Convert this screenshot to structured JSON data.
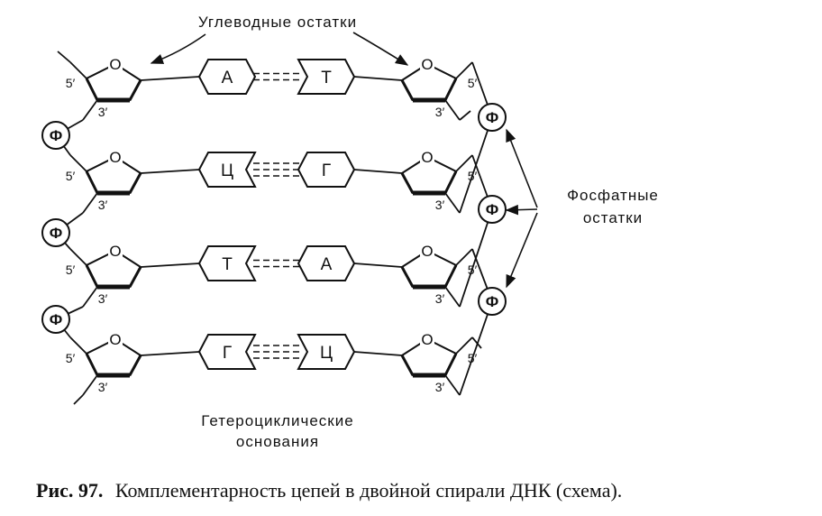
{
  "labels": {
    "sugar_residues": "Углеводные остатки",
    "phosphate_line1": "Фосфатные",
    "phosphate_line2": "остатки",
    "bases_line1": "Гетероциклические",
    "bases_line2": "основания"
  },
  "primes": {
    "five": "5′",
    "three": "3′"
  },
  "oxygen": "O",
  "phosphate_symbol": "Ф",
  "pairs": [
    {
      "left": "А",
      "right": "Т",
      "bonds": 2
    },
    {
      "left": "Ц",
      "right": "Г",
      "bonds": 3
    },
    {
      "left": "Т",
      "right": "А",
      "bonds": 2
    },
    {
      "left": "Г",
      "right": "Ц",
      "bonds": 3
    }
  ],
  "caption": {
    "prefix": "Рис. 97.",
    "text": "Комплементарность цепей в двойной спирали ДНК (схема)."
  }
}
